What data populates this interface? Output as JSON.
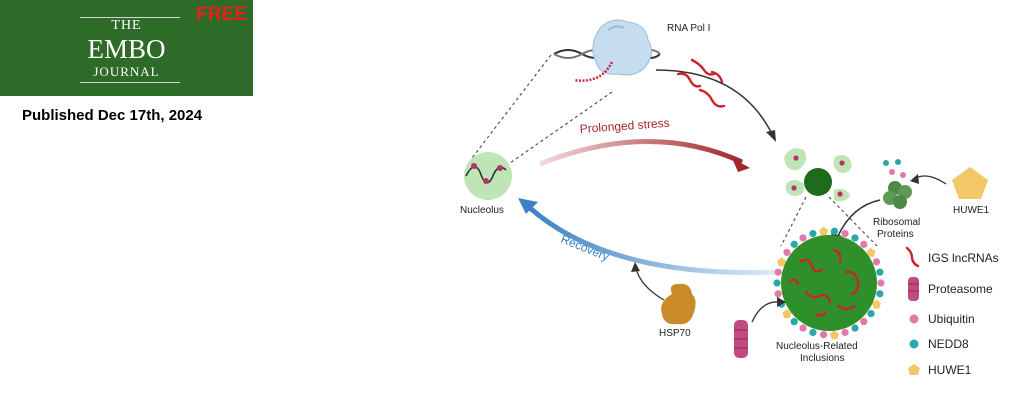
{
  "journal": {
    "line1": "THE",
    "line2": "EMBO",
    "line3": "JOURNAL",
    "badge": "FREE",
    "published": "Published Dec 17th, 2024",
    "colors": {
      "background": "#2f6b28",
      "badge": "#e8201c"
    }
  },
  "diagram": {
    "labels": {
      "rna_pol": "RNA Pol I",
      "nucleolus": "Nucleolus",
      "prolonged_stress": "Prolonged stress",
      "recovery": "Recovery",
      "hsp70": "HSP70",
      "huwe1_top": "HUWE1",
      "ribosomal_1": "Ribosomal",
      "ribosomal_2": "Proteins",
      "inclusions_1": "Nucleolus-Related",
      "inclusions_2": "Inclusions"
    },
    "legend": [
      {
        "label": "IGS lncRNAs",
        "icon": "red-squiggle",
        "color": "#d0202a"
      },
      {
        "label": "Proteasome",
        "icon": "proteasome",
        "color": "#c24a7e"
      },
      {
        "label": "Ubiquitin",
        "icon": "pink-dot",
        "color": "#e07aa8"
      },
      {
        "label": "NEDD8",
        "icon": "teal-dot",
        "color": "#2aa7a7"
      },
      {
        "label": "HUWE1",
        "icon": "yellow-pentagon",
        "color": "#f2c866"
      }
    ],
    "colors": {
      "stress_arrow": "#a3262c",
      "recovery_arrow": "#3b82c4",
      "inclusion": "#2f8f2a",
      "nucleolus": "#bfe4b5"
    }
  }
}
